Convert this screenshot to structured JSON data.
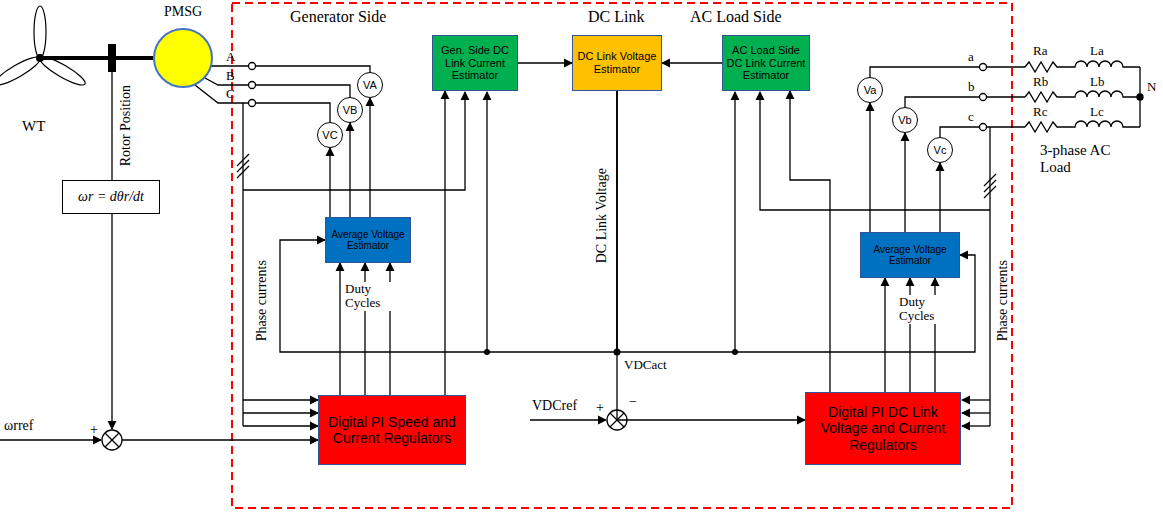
{
  "diagram": {
    "nodes": [
      {
        "text": [
          "PMSG"
        ]
      },
      {
        "text": [
          "ωr = dθr/dt"
        ]
      },
      {
        "text": [
          "VA"
        ]
      },
      {
        "text": [
          "VB"
        ]
      },
      {
        "text": [
          "VC"
        ]
      },
      {
        "text": [
          "Gen. Side DC Link Current Estimator"
        ]
      },
      {
        "text": [
          "DC Link Voltage Estimator"
        ]
      },
      {
        "text": [
          "AC Load Side DC Link Current Estimator"
        ]
      },
      {
        "text": [
          "Va"
        ]
      },
      {
        "text": [
          "Vb"
        ]
      },
      {
        "text": [
          "Vc"
        ]
      },
      {
        "text": [
          "Average Voltage Estimator"
        ]
      },
      {
        "text": [
          "Average Voltage Estimator"
        ]
      },
      {
        "text": [
          "Digital PI Speed and Current Regulators"
        ]
      },
      {
        "text": [
          "Digital PI DC Link Voltage and Current Regulators"
        ]
      }
    ],
    "edges": [
      {
        "from": 11,
        "to": 2,
        "arrow": "to"
      },
      {
        "from": 11,
        "to": 3,
        "arrow": "to"
      },
      {
        "from": 11,
        "to": 4,
        "arrow": "to"
      },
      {
        "from": 13,
        "to": 11,
        "arrow": "to"
      },
      {
        "from": 13,
        "to": 11,
        "arrow": "to"
      },
      {
        "from": 13,
        "to": 11,
        "arrow": "to"
      },
      {
        "from": 13,
        "to": 5,
        "arrow": "to"
      },
      {
        "from": 5,
        "to": 6,
        "arrow": "to"
      },
      {
        "from": 7,
        "to": 6,
        "arrow": "to"
      },
      {
        "from": 14,
        "to": 7,
        "arrow": "to"
      },
      {
        "from": 14,
        "to": 12,
        "arrow": "to"
      },
      {
        "from": 14,
        "to": 12,
        "arrow": "to"
      },
      {
        "from": 14,
        "to": 12,
        "arrow": "to"
      },
      {
        "from": 12,
        "to": 8,
        "arrow": "to"
      },
      {
        "from": 12,
        "to": 9,
        "arrow": "to"
      },
      {
        "from": 12,
        "to": 10,
        "arrow": "to"
      },
      {
        "from": 6,
        "to": 14,
        "arrow": "to"
      },
      {
        "from": 6,
        "to": 11,
        "arrow": "to"
      },
      {
        "from": 6,
        "to": 12,
        "arrow": "to"
      }
    ],
    "labels": [
      "WT",
      "Rotor Position",
      "A",
      "B",
      "C",
      "Generator Side",
      "DC Link",
      "AC Load Side",
      "Phase currents",
      "Duty Cycles",
      "DC Link Voltage",
      "VDCact",
      "VDCref",
      "+",
      "−",
      "Duty Cycles",
      "Phase currents",
      "a",
      "b",
      "c",
      "Ra",
      "La",
      "Rb",
      "Lb",
      "Rc",
      "Lc",
      "N",
      "3-phase AC Load",
      "ωrref",
      "+"
    ]
  }
}
